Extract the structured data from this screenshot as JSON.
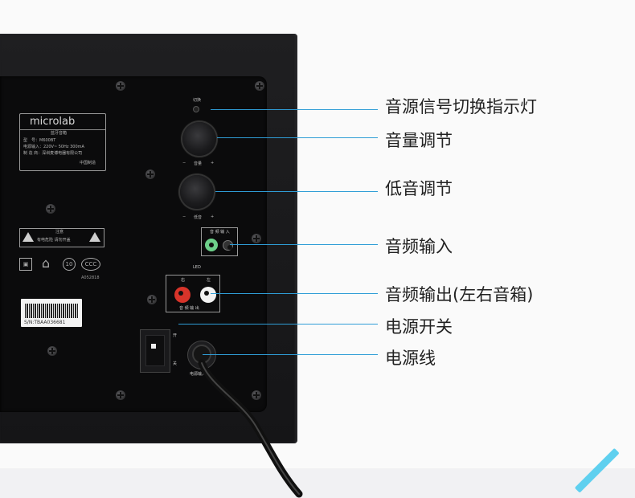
{
  "label_card": {
    "brand": "microlab",
    "product_type": "蓝牙音箱",
    "model": "型　号：M600BT",
    "power_input": "电源输入：220V~ 50Hz 300mA",
    "manufacturer": "制 造 商：深圳麦博电器有限公司",
    "origin": "中国制造"
  },
  "warning": {
    "title": "注意",
    "text": "有电危险 请勿开盖"
  },
  "certification_code": "A052818",
  "serial_sticker": "S/N:TBAA036681",
  "panel_labels": {
    "switch_indicator": "切换",
    "volume": "音量",
    "bass": "低音",
    "audio_in": "音 频 输 入",
    "led": "LED",
    "right": "右",
    "left": "左",
    "audio_out": "音 频 输 出",
    "power_on": "开",
    "power_off": "关",
    "power_in": "电源输入",
    "minus": "−",
    "plus": "+"
  },
  "callouts": [
    "音源信号切换指示灯",
    "音量调节",
    "低音调节",
    "音频输入",
    "音频输出(左右音箱)",
    "电源开关",
    "电源线"
  ],
  "colors": {
    "callout_line": "#2f9dd6",
    "accent_stripe": "#5fd0ef",
    "audio_in_jack": "#6dd08a",
    "rca_right": "#d8342a",
    "rca_left": "#f2f2f2"
  }
}
